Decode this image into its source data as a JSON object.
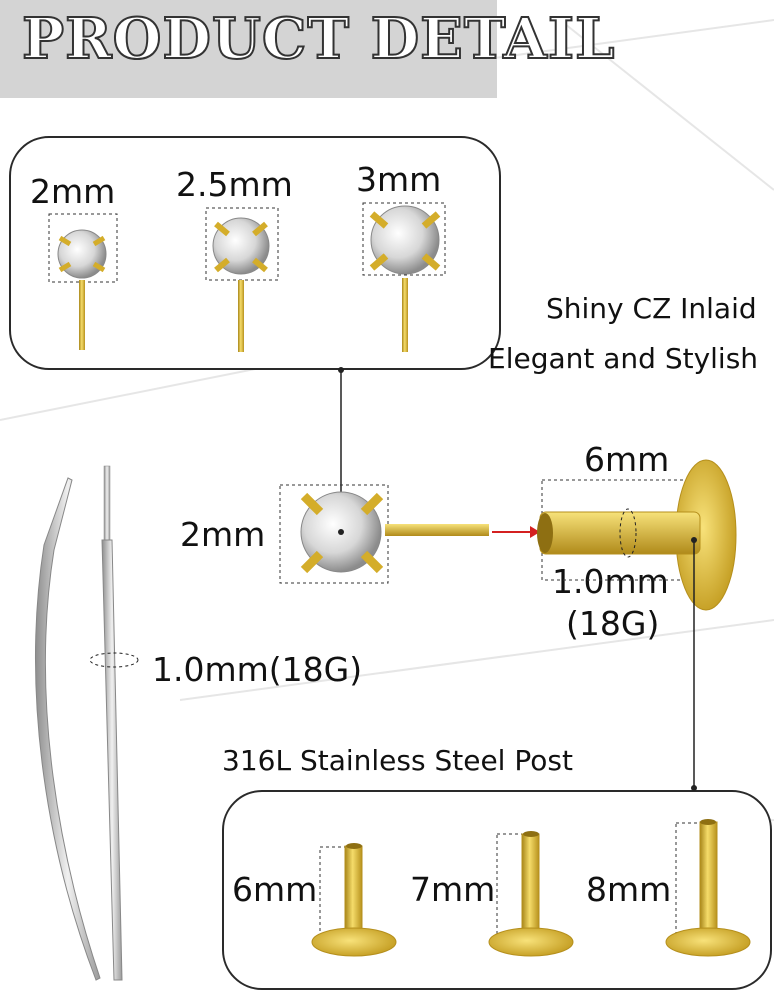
{
  "title": "PRODUCT DETAIL",
  "top_panel": {
    "sizes": [
      "2mm",
      "2.5mm",
      "3mm"
    ]
  },
  "features": {
    "line1": "Shiny CZ Inlaid",
    "line2": "Elegant and Stylish"
  },
  "assembly": {
    "gem_size": "2mm",
    "post_length": "6mm",
    "post_gauge_line1": "1.0mm",
    "post_gauge_line2": "(18G)"
  },
  "taper": {
    "gauge": "1.0mm(18G)"
  },
  "bottom_panel": {
    "heading": "316L Stainless Steel Post",
    "lengths": [
      "6mm",
      "7mm",
      "8mm"
    ]
  },
  "colors": {
    "gold": "#d8b228",
    "silver": "#b8b8b8",
    "title_band": "#d4d4d4"
  }
}
